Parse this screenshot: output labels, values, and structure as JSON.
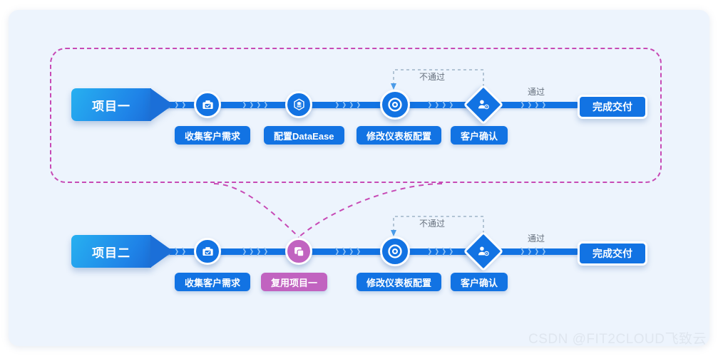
{
  "canvas": {
    "background": "#edf4fd",
    "group_border_color": "#c74ab5"
  },
  "colors": {
    "primary_blue": "#1273e3",
    "light_blue_arrow": "#8fc0f2",
    "purple": "#c163c0",
    "dashed_group": "#c74ab5",
    "dashed_feedback": "#9fb3c8",
    "edge_label_text": "#66707d"
  },
  "flows": [
    {
      "id": "project-one",
      "start_label": "项目一",
      "steps": [
        {
          "key": "collect",
          "label": "收集客户需求",
          "icon": "briefcase-check-icon",
          "shape": "circle",
          "color": "#1273e3"
        },
        {
          "key": "config",
          "label": "配置DataEase",
          "icon": "hexagon-layers-icon",
          "shape": "circle",
          "color": "#1273e3"
        },
        {
          "key": "modify",
          "label": "修改仪表板配置",
          "icon": "target-ring-icon",
          "shape": "circle",
          "color": "#1273e3"
        },
        {
          "key": "confirm",
          "label": "客户确认",
          "icon": "user-settings-icon",
          "shape": "diamond",
          "color": "#1273e3"
        }
      ],
      "edge_labels": {
        "reject": "不通过",
        "approve": "通过"
      },
      "end_label": "完成交付"
    },
    {
      "id": "project-two",
      "start_label": "项目二",
      "steps": [
        {
          "key": "collect",
          "label": "收集客户需求",
          "icon": "briefcase-check-icon",
          "shape": "circle",
          "color": "#1273e3"
        },
        {
          "key": "reuse",
          "label": "复用项目一",
          "icon": "copy-layers-icon",
          "shape": "circle",
          "color": "#c163c0"
        },
        {
          "key": "modify",
          "label": "修改仪表板配置",
          "icon": "target-ring-icon",
          "shape": "circle",
          "color": "#1273e3"
        },
        {
          "key": "confirm",
          "label": "客户确认",
          "icon": "user-settings-icon",
          "shape": "diamond",
          "color": "#1273e3"
        }
      ],
      "edge_labels": {
        "reject": "不通过",
        "approve": "通过"
      },
      "end_label": "完成交付"
    }
  ],
  "watermark": "CSDN @FIT2CLOUD飞致云"
}
